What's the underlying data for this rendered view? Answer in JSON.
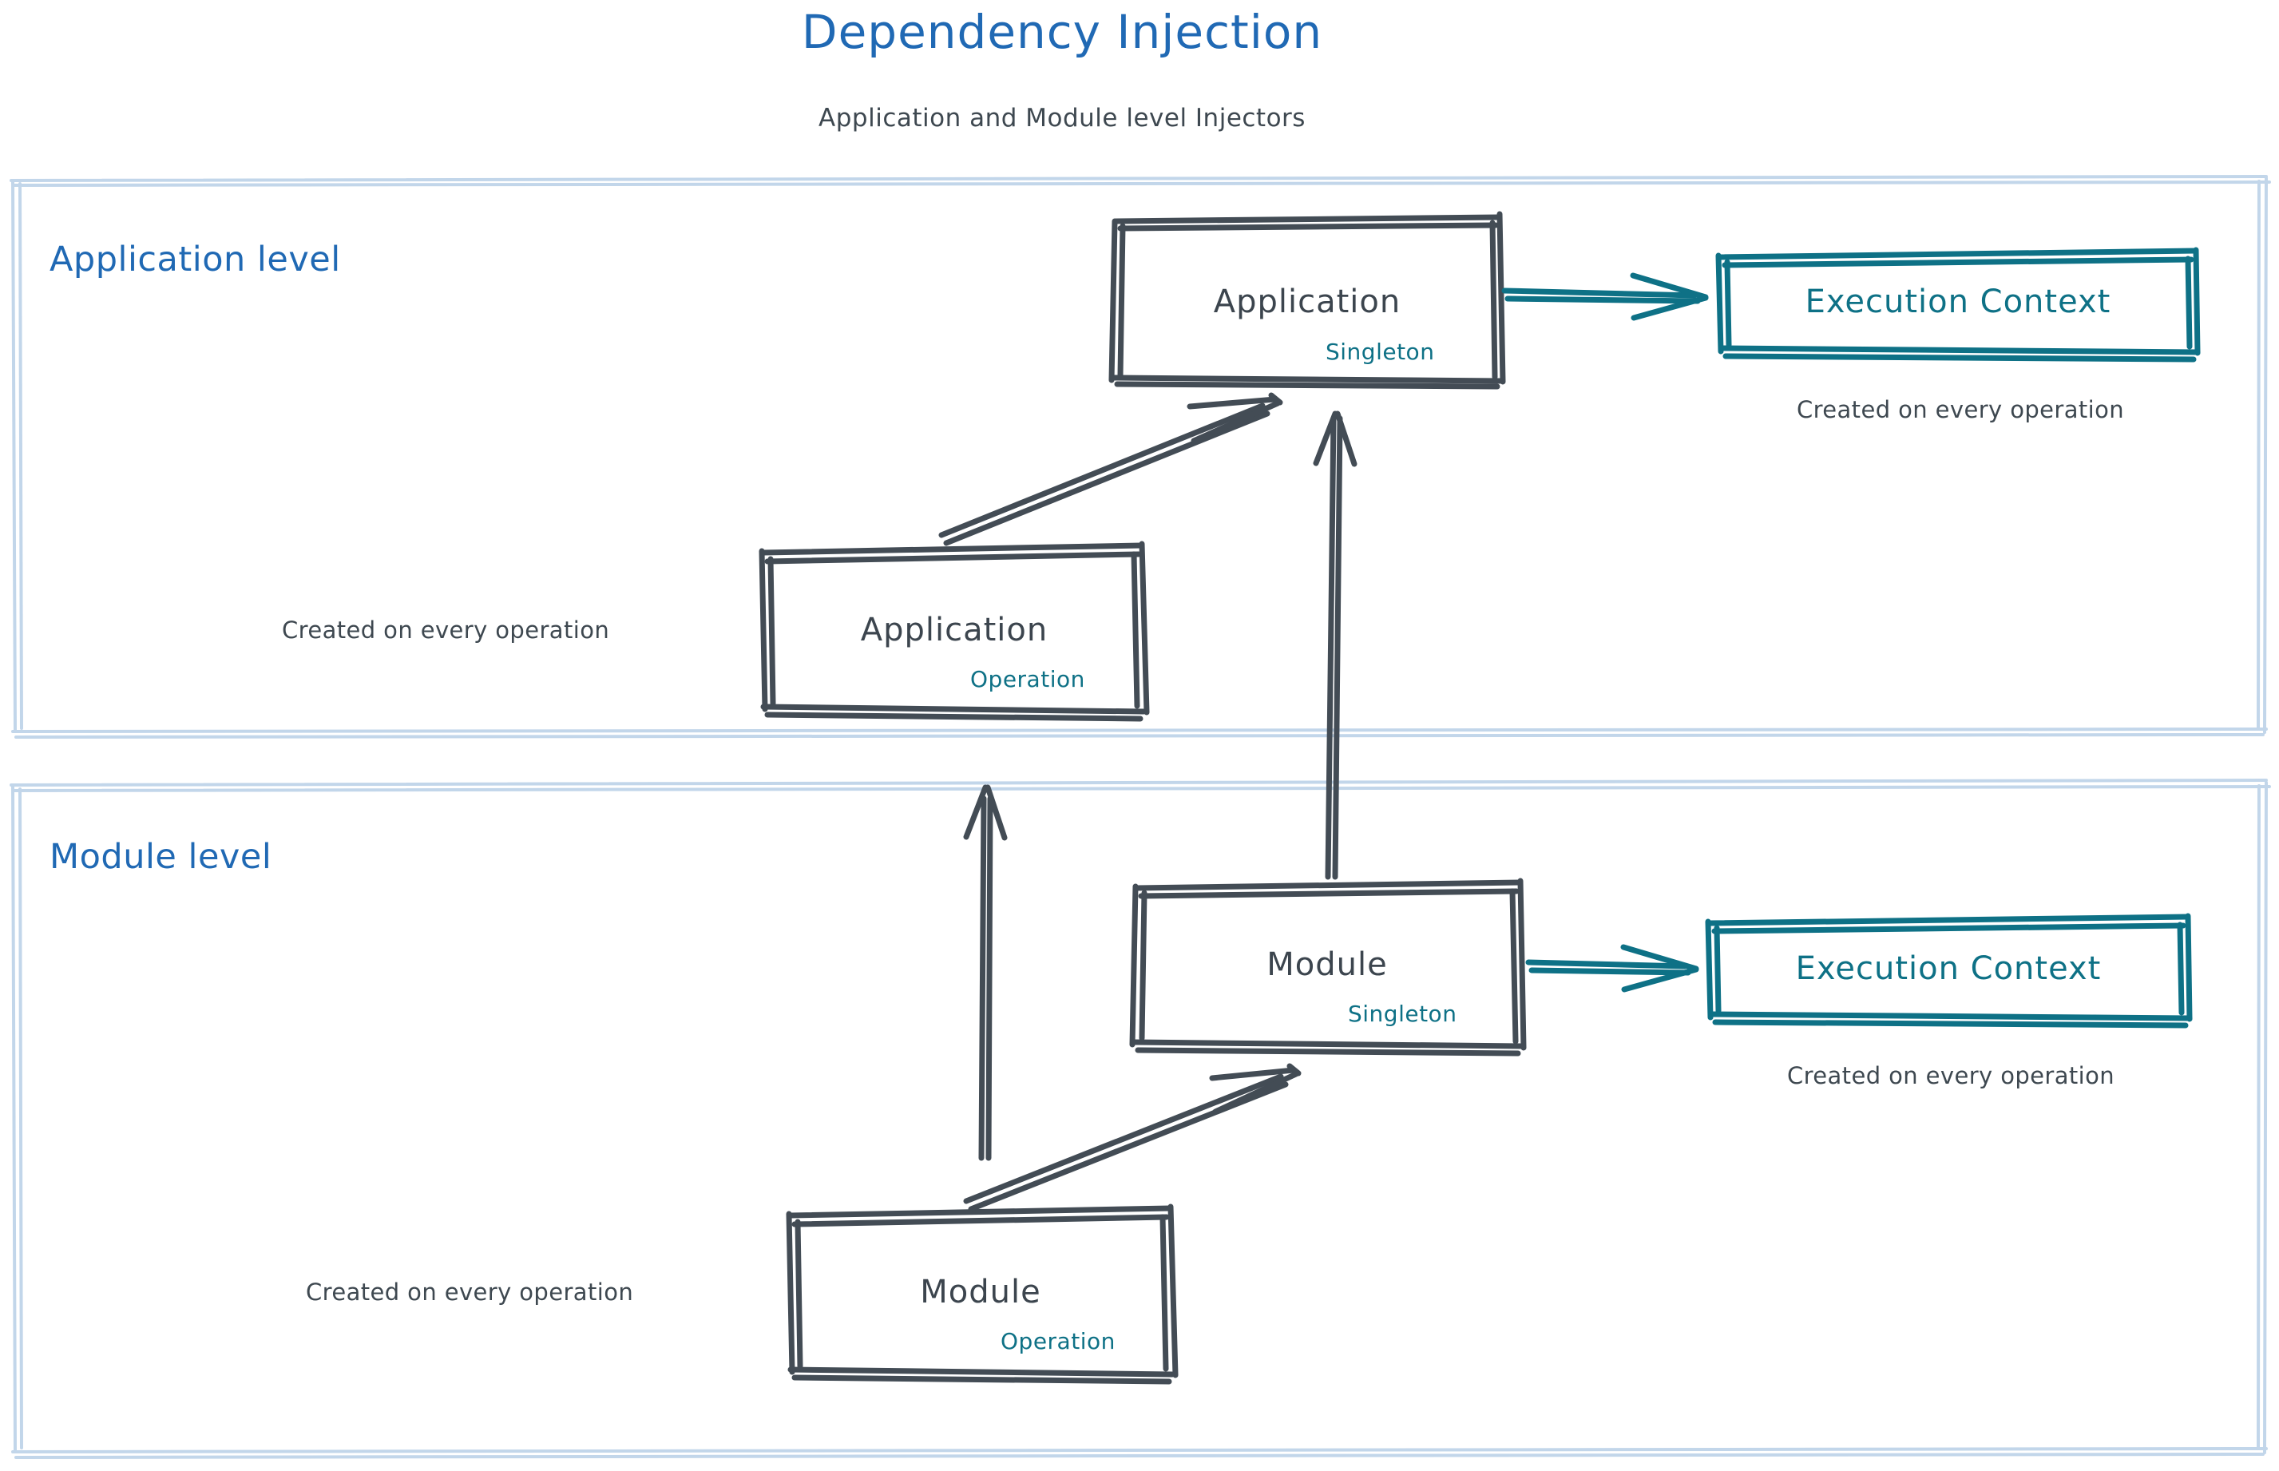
{
  "header": {
    "title": "Dependency Injection",
    "subtitle": "Application and Module level Injectors"
  },
  "colors": {
    "title_blue": "#2069b4",
    "level_label_blue": "#2069b4",
    "container_border": "#c2d6ea",
    "box_stroke": "#434c55",
    "teal": "#0e7186",
    "note_gray": "#3e4850",
    "background": "#ffffff"
  },
  "levels": [
    {
      "id": "application-level",
      "label": "Application level",
      "nodes": [
        {
          "id": "application-singleton",
          "title": "Application",
          "scope": "Singleton",
          "style": "sketch-box"
        },
        {
          "id": "application-execution-context",
          "title": "Execution Context",
          "style": "teal-box",
          "note": "Created on every operation"
        },
        {
          "id": "application-operation",
          "title": "Application",
          "scope": "Operation",
          "style": "sketch-box",
          "note": "Created on every operation"
        }
      ],
      "edges": [
        {
          "from": "application-singleton",
          "to": "application-execution-context",
          "style": "teal-arrow"
        },
        {
          "from": "application-operation",
          "to": "application-singleton",
          "style": "gray-arrow"
        }
      ]
    },
    {
      "id": "module-level",
      "label": "Module level",
      "nodes": [
        {
          "id": "module-singleton",
          "title": "Module",
          "scope": "Singleton",
          "style": "sketch-box"
        },
        {
          "id": "module-execution-context",
          "title": "Execution Context",
          "style": "teal-box",
          "note": "Created on every operation"
        },
        {
          "id": "module-operation",
          "title": "Module",
          "scope": "Operation",
          "style": "sketch-box",
          "note": "Created on every operation"
        }
      ],
      "edges": [
        {
          "from": "module-singleton",
          "to": "module-execution-context",
          "style": "teal-arrow"
        },
        {
          "from": "module-operation",
          "to": "module-singleton",
          "style": "gray-arrow"
        },
        {
          "from": "module-singleton",
          "to": "application-singleton",
          "style": "gray-arrow-vertical"
        },
        {
          "from": "module-operation",
          "to": "application-operation",
          "style": "gray-arrow-vertical"
        }
      ]
    }
  ],
  "labels": {
    "created_on_every_operation": "Created on every operation",
    "singleton": "Singleton",
    "operation": "Operation",
    "execution_context": "Execution Context",
    "application": "Application",
    "module": "Module"
  }
}
